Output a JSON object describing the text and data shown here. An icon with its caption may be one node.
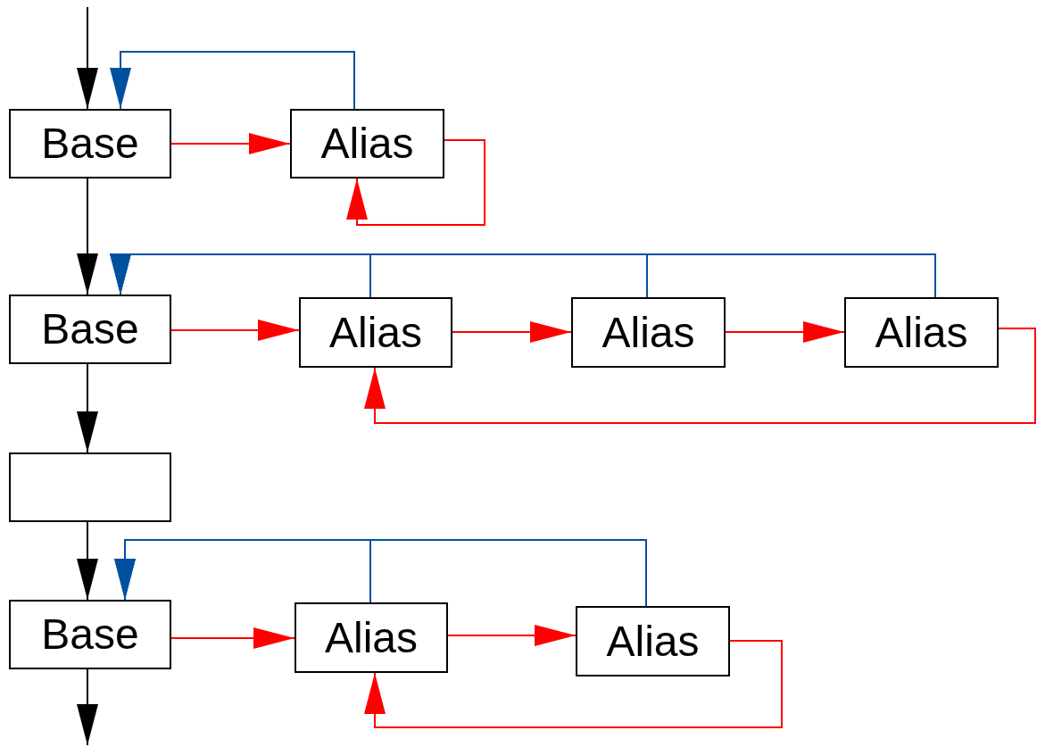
{
  "diagram": {
    "nodes": [
      {
        "text": [
          "Base"
        ]
      },
      {
        "text": [
          "Alias"
        ]
      },
      {
        "text": [
          "Base"
        ]
      },
      {
        "text": [
          "Alias"
        ]
      },
      {
        "text": [
          "Alias"
        ]
      },
      {
        "text": [
          "Alias"
        ]
      },
      {
        "text": [],
        "shape": "box"
      },
      {
        "text": [
          "Base"
        ]
      },
      {
        "text": [
          "Alias"
        ]
      },
      {
        "text": [
          "Alias"
        ]
      }
    ],
    "edges": [
      {
        "from": null,
        "to": 0,
        "arrow": "to",
        "color": "#000000"
      },
      {
        "from": 0,
        "to": 2,
        "arrow": "to",
        "color": "#000000"
      },
      {
        "from": 2,
        "to": 6,
        "arrow": "to",
        "color": "#000000"
      },
      {
        "from": 6,
        "to": 7,
        "arrow": "to",
        "color": "#000000"
      },
      {
        "from": 7,
        "to": null,
        "arrow": "to",
        "color": "#000000"
      },
      {
        "from": 0,
        "to": 1,
        "arrow": "to"
      },
      {
        "from": 1,
        "to": 1,
        "arrow": "to"
      },
      {
        "from": 1,
        "to": 0,
        "arrow": "to",
        "color": "#0050a0"
      },
      {
        "from": 2,
        "to": 3,
        "arrow": "to"
      },
      {
        "from": 3,
        "to": 4,
        "arrow": "to"
      },
      {
        "from": 4,
        "to": 5,
        "arrow": "to"
      },
      {
        "from": 5,
        "to": 3,
        "arrow": "to"
      },
      {
        "from": 3,
        "to": 2,
        "arrow": "to",
        "color": "#0050a0"
      },
      {
        "from": 4,
        "to": 2,
        "arrow": "to",
        "color": "#0050a0"
      },
      {
        "from": 5,
        "to": 2,
        "arrow": "to",
        "color": "#0050a0"
      },
      {
        "from": 7,
        "to": 8,
        "arrow": "to"
      },
      {
        "from": 8,
        "to": 9,
        "arrow": "to"
      },
      {
        "from": 9,
        "to": 8,
        "arrow": "to"
      },
      {
        "from": 8,
        "to": 7,
        "arrow": "to",
        "color": "#0050a0"
      },
      {
        "from": 9,
        "to": 7,
        "arrow": "to",
        "color": "#0050a0"
      }
    ]
  }
}
